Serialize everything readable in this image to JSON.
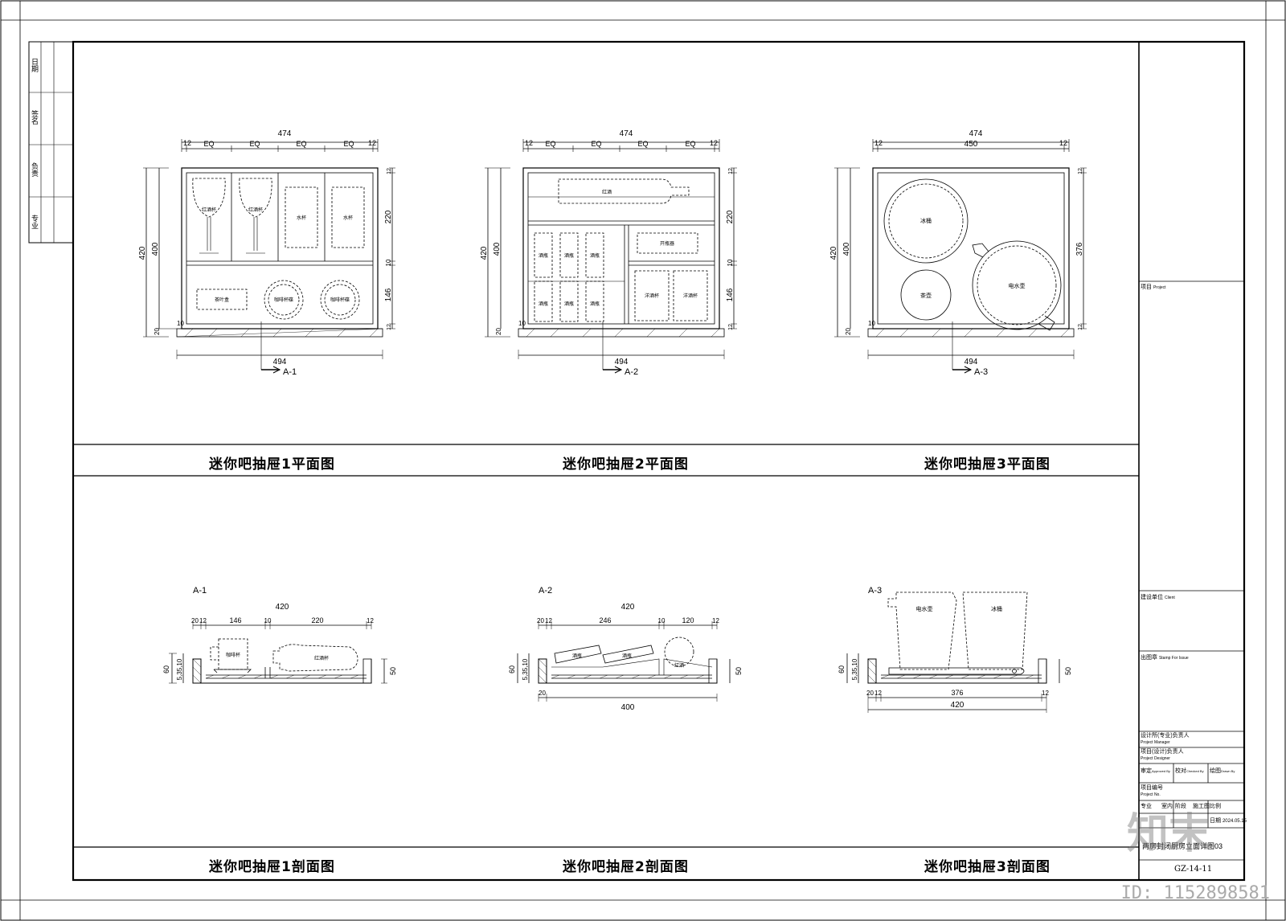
{
  "left_strip": {
    "labels": [
      "日期",
      "签名",
      "负责",
      "专业"
    ]
  },
  "drawings": {
    "plan1": {
      "title": "迷你吧抽屉1平面图",
      "dims": {
        "top": "474",
        "eq": "EQ",
        "edge": "12",
        "left_outer": "420",
        "left_inner": "400",
        "right_top": "220",
        "right_mid": "10",
        "right_bot": "146",
        "small": "12",
        "bottom": "494",
        "bottom_small_a": "10",
        "bottom_small_b": "20",
        "section": "A-1"
      },
      "items": [
        "红酒杯",
        "红酒杯",
        "水杯",
        "水杯",
        "茶叶盒",
        "咖啡杯碟",
        "咖啡杯碟"
      ]
    },
    "plan2": {
      "title": "迷你吧抽屉2平面图",
      "dims": {
        "top": "474",
        "eq": "EQ",
        "edge": "12",
        "left_outer": "420",
        "left_inner": "400",
        "right_top": "220",
        "right_mid": "10",
        "right_bot": "146",
        "small": "12",
        "bottom": "494",
        "bottom_small_a": "10",
        "bottom_small_b": "20",
        "section": "A-2"
      },
      "items": [
        "红酒",
        "酒瓶",
        "酒瓶",
        "酒瓶",
        "酒瓶",
        "酒瓶",
        "酒瓶",
        "开瓶器",
        "洋酒杯",
        "洋酒杯"
      ]
    },
    "plan3": {
      "title": "迷你吧抽屉3平面图",
      "dims": {
        "top": "474",
        "inner": "450",
        "edge": "12",
        "left_outer": "420",
        "left_inner": "400",
        "right": "376",
        "small": "12",
        "bottom": "494",
        "bottom_small_a": "10",
        "bottom_small_b": "20",
        "section": "A-3"
      },
      "items": [
        "冰桶",
        "茶壶",
        "电水壶"
      ]
    },
    "sec1": {
      "title": "迷你吧抽屉1剖面图",
      "label": "A-1",
      "dims": {
        "total": "420",
        "a": "20",
        "b": "12",
        "c": "146",
        "d": "10",
        "e": "220",
        "f": "12",
        "h60": "60",
        "h35": "5,35,10",
        "h50": "50"
      },
      "items": [
        "咖啡杯",
        "红酒杯"
      ]
    },
    "sec2": {
      "title": "迷你吧抽屉2剖面图",
      "label": "A-2",
      "dims": {
        "total": "420",
        "a": "20",
        "b": "12",
        "c": "246",
        "d": "10",
        "e": "120",
        "f": "12",
        "h60": "60",
        "h35": "5,35,10",
        "h50": "50",
        "bottom": "400",
        "bottom_a": "20"
      },
      "items": [
        "酒瓶",
        "酒瓶",
        "红酒"
      ]
    },
    "sec3": {
      "title": "迷你吧抽屉3剖面图",
      "label": "A-3",
      "dims": {
        "a": "20",
        "b": "12",
        "c": "376",
        "f": "12",
        "total": "420",
        "h60": "60",
        "h35": "5,35,10",
        "h50": "50"
      },
      "items": [
        "电水壶",
        "冰桶"
      ]
    }
  },
  "title_block": {
    "project_label": "项目",
    "project_en": "Project",
    "client_label": "建设单位",
    "client_en": "Client",
    "stamp_label": "出图章",
    "stamp_en": "Stamp For Issue",
    "manager_label": "设计所(专业)负责人",
    "manager_en": "Project Manager",
    "designer_label": "项目(设计)负责人",
    "designer_en": "Project Designer",
    "approved": "审定",
    "approved_en": "Approved By",
    "checked": "校对",
    "checked_en": "Checked By",
    "drawn": "绘图",
    "drawn_en": "Drawn By",
    "project_no_label": "项目编号",
    "project_no_en": "Project No.",
    "discipline_label": "专业",
    "discipline_value": "室内",
    "stage_label": "阶段",
    "stage_value": "施工图",
    "scale_label": "比例",
    "date_label": "日期",
    "date_value": "2024.05.15",
    "drawing_name": "两房封闭厨房立面详图03",
    "sheet_no": "GZ-14-11"
  },
  "watermark": {
    "id_text": "ID: 1152898581",
    "logo_text": "知末"
  }
}
